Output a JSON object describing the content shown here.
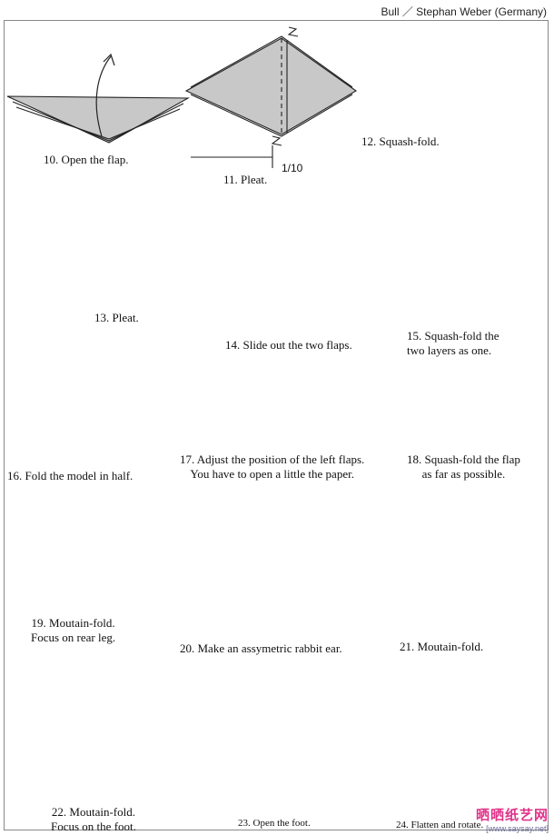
{
  "header": {
    "credit": "Bull ／ Stephan Weber (Germany)"
  },
  "steps": [
    {
      "n": 10,
      "caption": "10. Open the flap."
    },
    {
      "n": 11,
      "caption": "11. Pleat.",
      "mark": "1/10"
    },
    {
      "n": 12,
      "caption": "12. Squash-fold."
    },
    {
      "n": 13,
      "caption": "13. Pleat."
    },
    {
      "n": 14,
      "caption": "14. Slide out the two flaps."
    },
    {
      "n": 15,
      "caption_l1": "15. Squash-fold the",
      "caption_l2": "two layers as one."
    },
    {
      "n": 16,
      "caption": "16. Fold the model in half."
    },
    {
      "n": 17,
      "caption_l1": "17. Adjust the position of the left flaps.",
      "caption_l2": "You have to open a little the paper."
    },
    {
      "n": 18,
      "caption_l1": "18. Squash-fold the flap",
      "caption_l2": "as far as possible."
    },
    {
      "n": 19,
      "caption_l1": "19. Moutain-fold.",
      "caption_l2": "Focus on rear leg."
    },
    {
      "n": 20,
      "caption": "20. Make an assymetric rabbit ear."
    },
    {
      "n": 21,
      "caption": "21. Moutain-fold."
    },
    {
      "n": 22,
      "caption_l1": "22. Moutain-fold.",
      "caption_l2": "Focus on the foot."
    },
    {
      "n": 23,
      "caption": "23. Open the foot."
    },
    {
      "n": 24,
      "caption": "24. Flatten and rotate."
    }
  ],
  "watermark": {
    "title": "晒晒纸艺网",
    "url": "[www.saysay.net]"
  }
}
